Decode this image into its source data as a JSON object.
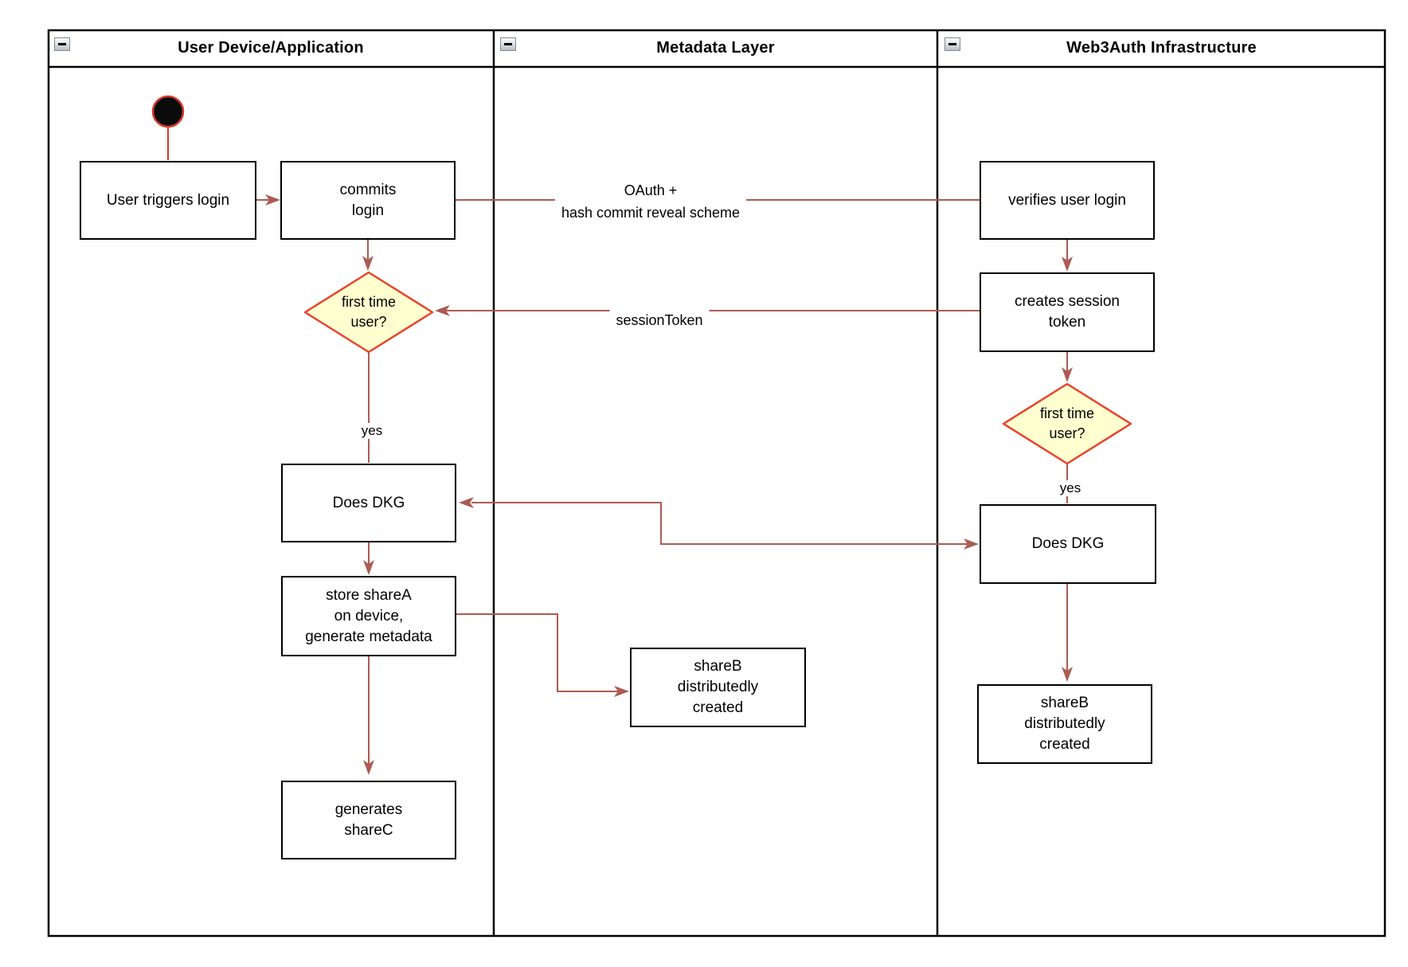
{
  "diagram": {
    "type": "swimlane-activity-diagram",
    "lanes": [
      {
        "title": "User Device/Application"
      },
      {
        "title": "Metadata Layer"
      },
      {
        "title": "Web3Auth Infrastructure"
      }
    ],
    "nodes": {
      "user_triggers_login": {
        "label": "User triggers login"
      },
      "commits_login": {
        "label": "commits\nlogin"
      },
      "verifies_user_login": {
        "label": "verifies user login"
      },
      "creates_session_token": {
        "label": "creates session\ntoken"
      },
      "first_time_user_device": {
        "label": "first time\nuser?"
      },
      "does_dkg_device": {
        "label": "Does DKG"
      },
      "store_share_a": {
        "label": "store shareA\non device,\ngenerate metadata"
      },
      "generates_share_c": {
        "label": "generates\nshareC"
      },
      "share_b_metadata": {
        "label": "shareB\ndistributedly\ncreated"
      },
      "first_time_user_web3auth": {
        "label": "first time\nuser?"
      },
      "does_dkg_web3auth": {
        "label": "Does DKG"
      },
      "share_b_web3auth": {
        "label": "shareB\ndistributedly\ncreated"
      }
    },
    "edge_labels": {
      "oauth": "OAuth +\nhash commit reveal scheme",
      "session_token": "sessionToken",
      "yes_device": "yes",
      "yes_web3auth": "yes"
    },
    "colors": {
      "connector": "#AC5B52",
      "decision_border": "#E8432C",
      "decision_fill": "#FFFFCF",
      "start_fill": "#0B0B0B",
      "start_stroke": "#D43A2B",
      "frame_border": "#000000"
    }
  }
}
